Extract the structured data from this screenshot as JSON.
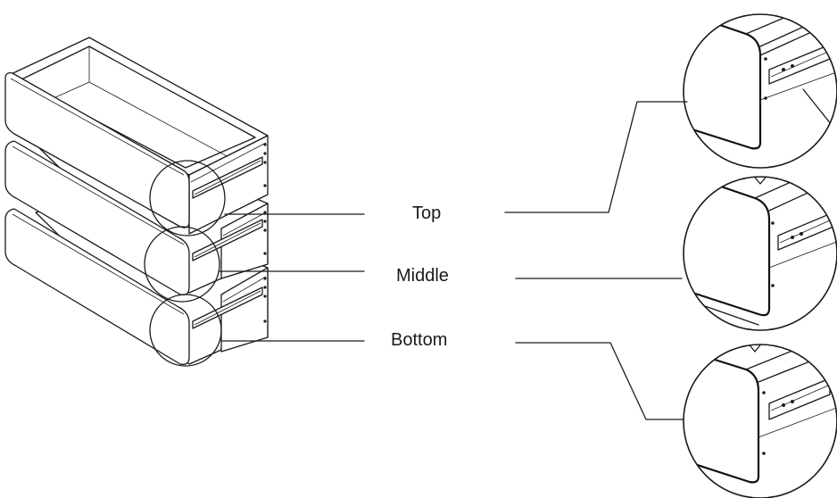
{
  "labels": {
    "top": "Top",
    "middle": "Middle",
    "bottom": "Bottom"
  },
  "colors": {
    "line": "#1a1a1a",
    "background": "#ffffff"
  }
}
